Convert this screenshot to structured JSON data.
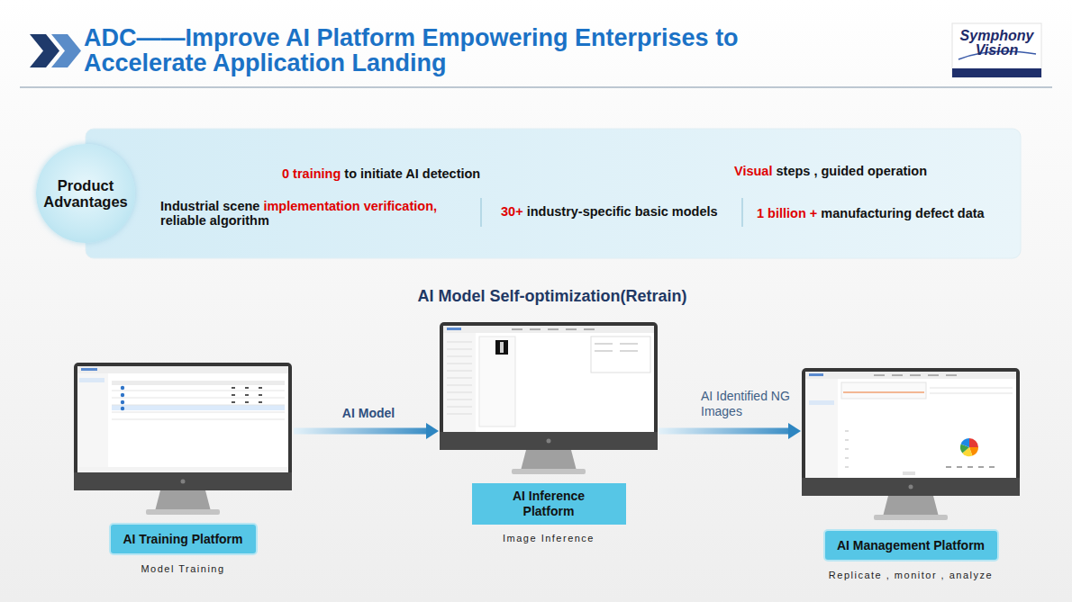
{
  "diagram": {
    "title": "ADC——Improve AI Platform Empowering Enterprises to Accelerate Application Landing",
    "nodes": [
      {
        "text": [
          "Product Advantages"
        ]
      },
      {
        "text": [
          "AI Training Platform",
          "Model Training"
        ]
      },
      {
        "text": [
          "AI Inference Platform",
          "Image Inference"
        ]
      },
      {
        "text": [
          "AI Management Platform",
          "Replicate , monitor , analyze"
        ]
      }
    ],
    "edges": [
      {
        "from": 1,
        "to": 2,
        "arrow": "to",
        "label": "AI Model"
      },
      {
        "from": 2,
        "to": 3,
        "arrow": "to",
        "label": "AI Identified NG Images"
      }
    ],
    "labels": [
      "Symphony Vision",
      "0 training",
      "to initiate AI detection",
      "Visual",
      "steps , guided operation",
      "Industrial scene",
      "implementation verification,",
      "reliable algorithm",
      "30+",
      "industry-specific basic models",
      "1 billion +",
      "manufacturing defect data",
      "AI Model Self-optimization(Retrain)"
    ]
  }
}
